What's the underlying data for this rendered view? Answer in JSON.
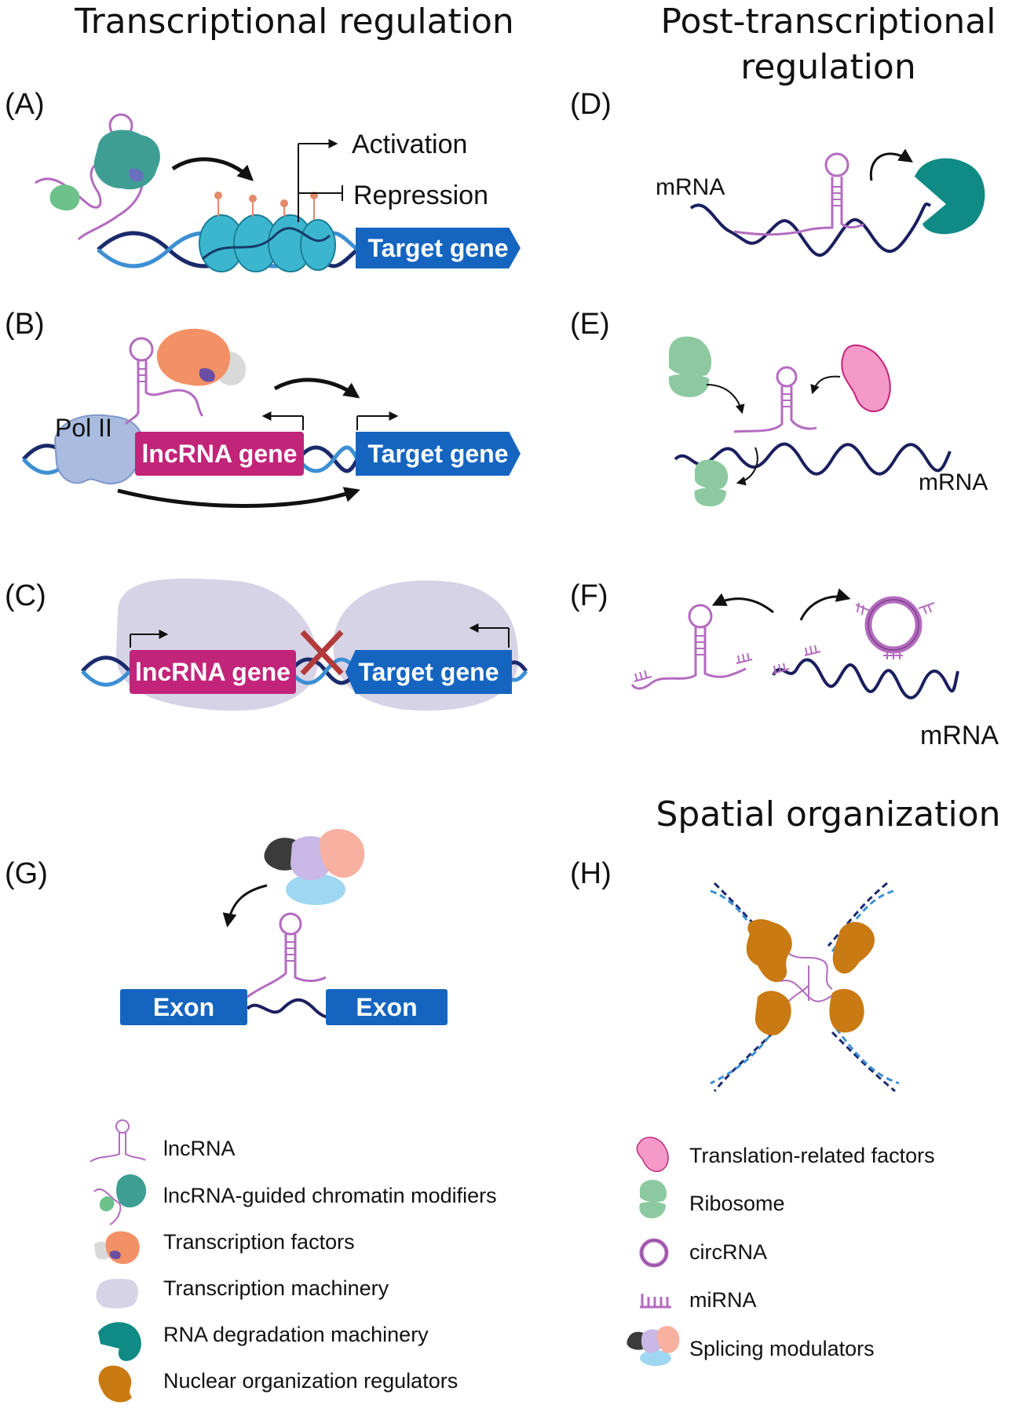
{
  "headings": {
    "transcriptional": "Transcriptional regulation",
    "post_transcriptional_line1": "Post-transcriptional",
    "post_transcriptional_line2": "regulation",
    "spatial": "Spatial organization"
  },
  "panels": {
    "a": {
      "label": "(A)",
      "activation": "Activation",
      "repression": "Repression",
      "target_gene": "Target gene"
    },
    "b": {
      "label": "(B)",
      "pol_ii": "Pol II",
      "lncrna_gene": "lncRNA gene",
      "target_gene": "Target gene"
    },
    "c": {
      "label": "(C)",
      "lncrna_gene": "lncRNA gene",
      "target_gene": "Target gene"
    },
    "d": {
      "label": "(D)",
      "mrna": "mRNA"
    },
    "e": {
      "label": "(E)",
      "mrna": "mRNA"
    },
    "f": {
      "label": "(F)",
      "mrna": "mRNA"
    },
    "g": {
      "label": "(G)",
      "exon_left": "Exon",
      "exon_right": "Exon"
    },
    "h": {
      "label": "(H)"
    }
  },
  "legend": {
    "left": [
      {
        "icon": "lncrna-icon",
        "label": "lncRNA"
      },
      {
        "icon": "chromatin-modifier-icon",
        "label": "lncRNA-guided chromatin modifiers"
      },
      {
        "icon": "transcription-factor-icon",
        "label": "Transcription factors"
      },
      {
        "icon": "transcription-machinery-icon",
        "label": "Transcription machinery"
      },
      {
        "icon": "rna-degradation-icon",
        "label": "RNA degradation machinery"
      },
      {
        "icon": "nuclear-organization-icon",
        "label": "Nuclear organization regulators"
      }
    ],
    "right": [
      {
        "icon": "translation-factor-icon",
        "label": "Translation-related factors"
      },
      {
        "icon": "ribosome-icon",
        "label": "Ribosome"
      },
      {
        "icon": "circrna-icon",
        "label": "circRNA"
      },
      {
        "icon": "mirna-icon",
        "label": "miRNA"
      },
      {
        "icon": "splicing-modulator-icon",
        "label": "Splicing modulators"
      }
    ]
  },
  "colors": {
    "gene_blue": "#1565c0",
    "lncrna_magenta": "#c2247a",
    "rna_purple": "#b36bbf",
    "dna_dark": "#1a2a6c",
    "dna_light": "#3d8fd4",
    "nucleosome": "#3cb6cf",
    "chromatin_modifier": "#3f9e94",
    "chromatin_modifier_small": "#6cc28a",
    "transcription_factor": "#f39166",
    "machinery": "#d7d3e6",
    "degradation": "#0f8a84",
    "ribosome": "#8dc9a0",
    "translation_factor": "#f59ac8",
    "nuclear_regulator": "#c97a12",
    "mrna_navy": "#1b1f5e",
    "red_cross": "#b23a3a"
  }
}
